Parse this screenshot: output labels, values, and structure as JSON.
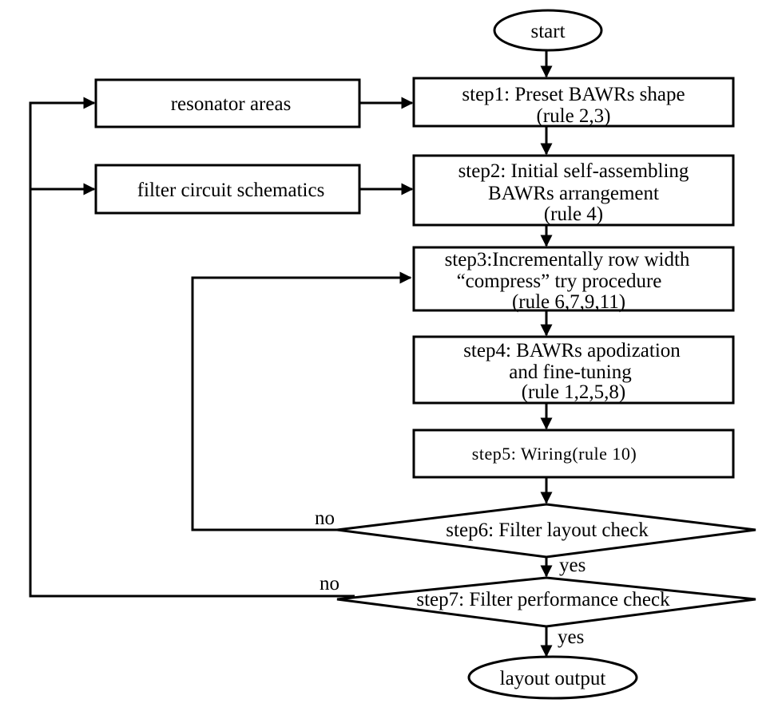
{
  "nodes": {
    "start": {
      "label": "start"
    },
    "step1": {
      "lines": [
        "step1: Preset BAWRs shape",
        "(rule 2,3)"
      ]
    },
    "step2": {
      "lines": [
        "step2: Initial self-assembling",
        "BAWRs arrangement",
        "(rule 4)"
      ]
    },
    "step3": {
      "lines": [
        "step3:Incrementally row width",
        "“compress”  try procedure",
        "(rule 6,7,9,11)"
      ]
    },
    "step4": {
      "lines": [
        "step4: BAWRs apodization",
        "and fine-tuning",
        "(rule 1,2,5,8)"
      ]
    },
    "step5": {
      "label": "step5: Wiring(rule 10)"
    },
    "step6": {
      "label": "step6: Filter layout check"
    },
    "step7": {
      "label": "step7: Filter performance check"
    },
    "end": {
      "label": "layout output"
    },
    "resonator_areas": {
      "label": "resonator areas"
    },
    "filter_circuit_schematics": {
      "label": "filter circuit schematics"
    }
  },
  "edge_labels": {
    "step6_no": "no",
    "step6_yes": "yes",
    "step7_no": "no",
    "step7_yes": "yes"
  }
}
